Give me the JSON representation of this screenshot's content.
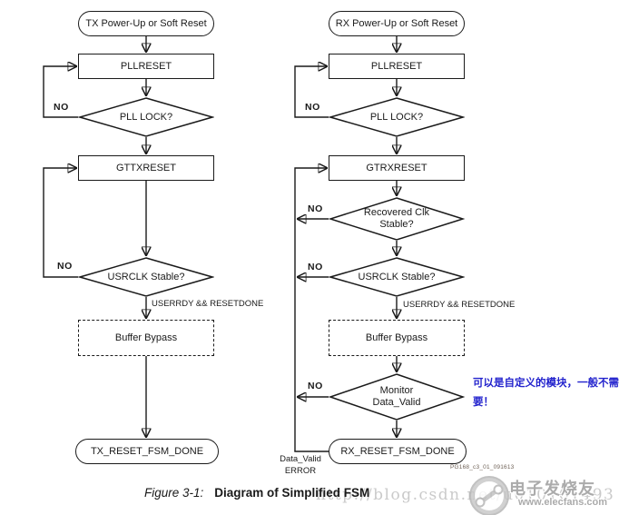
{
  "colors": {
    "diagram_line": "#1a1a1a",
    "annotation_blue": "#2323cd",
    "watermark_gray": "#9a9a9a"
  },
  "tx": {
    "start": "TX Power-Up or Soft Reset",
    "pllreset": "PLLRESET",
    "pll_lock": "PLL LOCK?",
    "no_pll": "NO",
    "gttxreset": "GTTXRESET",
    "usrclk": "USRCLK Stable?",
    "no_usrclk": "NO",
    "condition": "USERRDY && RESETDONE",
    "buffer_bypass": "Buffer Bypass",
    "done": "TX_RESET_FSM_DONE"
  },
  "rx": {
    "start": "RX Power-Up or Soft Reset",
    "pllreset": "PLLRESET",
    "pll_lock": "PLL LOCK?",
    "no_pll": "NO",
    "gtrxreset": "GTRXRESET",
    "recovered_l1": "Recovered Clk",
    "recovered_l2": "Stable?",
    "no_recovered": "NO",
    "usrclk": "USRCLK Stable?",
    "no_usrclk": "NO",
    "condition": "USERRDY && RESETDONE",
    "buffer_bypass": "Buffer Bypass",
    "monitor_l1": "Monitor",
    "monitor_l2": "Data_Valid",
    "no_monitor": "NO",
    "done": "RX_RESET_FSM_DONE",
    "error_l1": "Data_Valid",
    "error_l2": "ERROR"
  },
  "annotation": {
    "line1": "可以是自定义的模块，一般不需",
    "line2": "要！"
  },
  "caption": {
    "label": "Figure 3-1:",
    "title": "Diagram of Simplified FSM",
    "figure_code": "PG168_c3_01_091613"
  },
  "watermarks": {
    "csdn": "http://blog.csdn.net/u010161493",
    "elecfans_name": "电子发烧友",
    "elecfans_site": "www.elecfans.com"
  }
}
